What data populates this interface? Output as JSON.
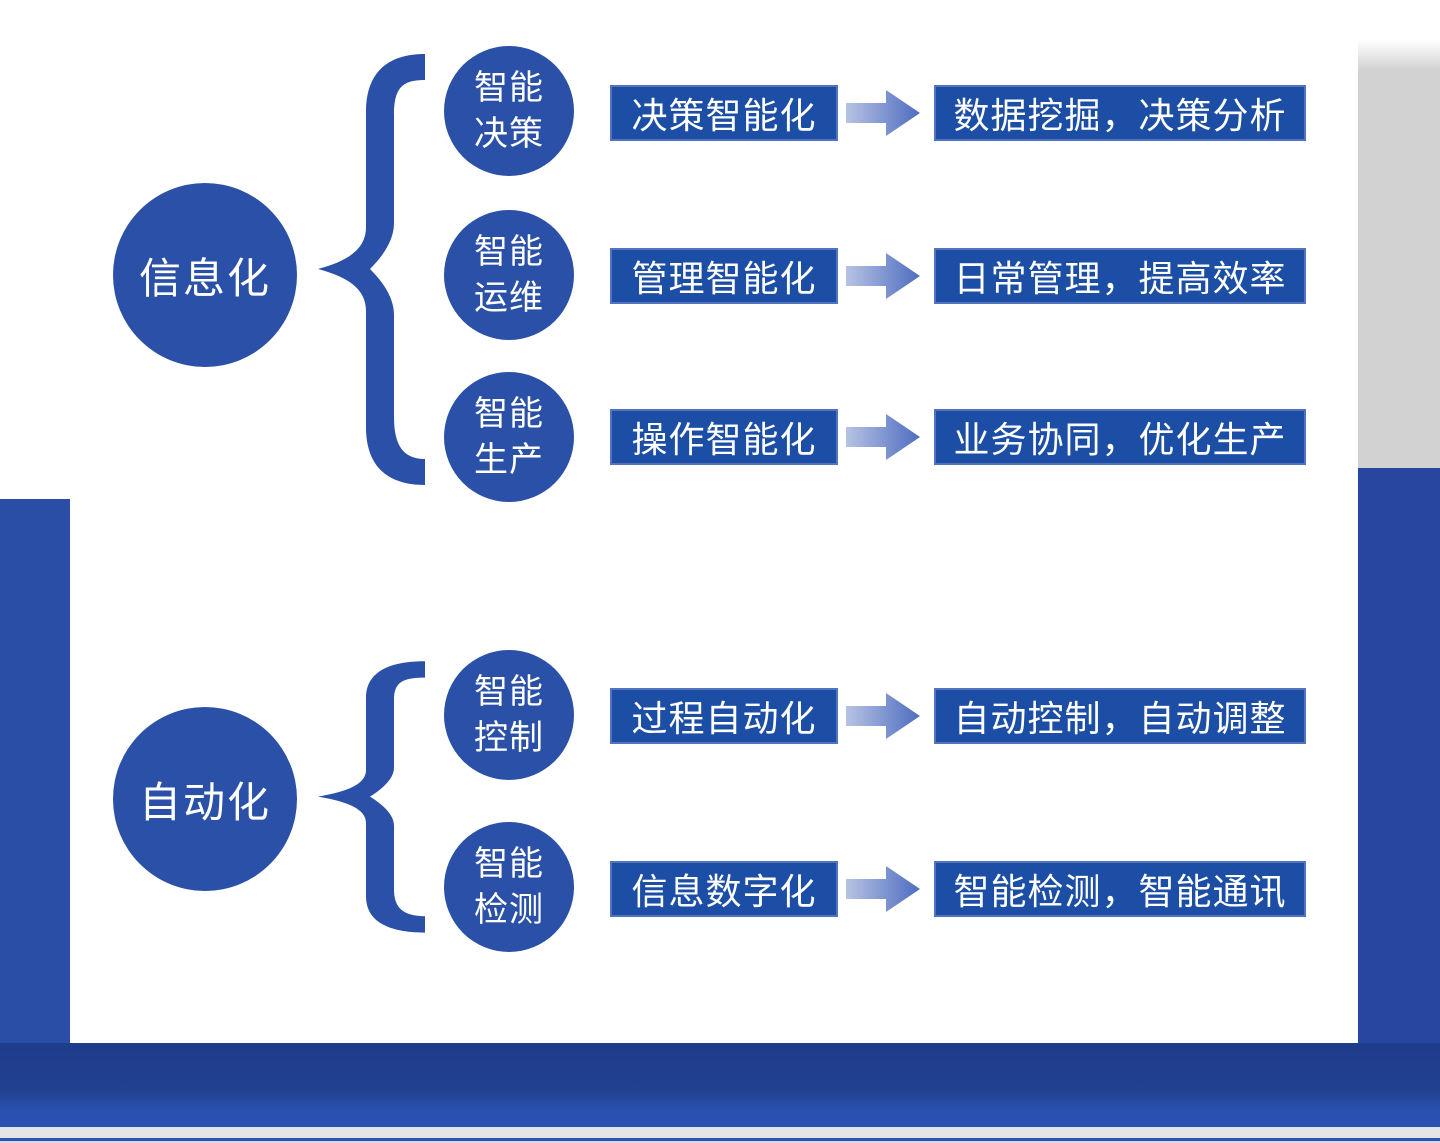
{
  "colors": {
    "primary_blue": "#2A50A8",
    "box_fill": "#1D4EA6",
    "box_border": "#5273BD",
    "arrow_gradient_start": "#B7C3E3",
    "arrow_gradient_end": "#4E6CC0",
    "side_gray": "#D2D2D2",
    "band_dark": "#1F3C8C",
    "band_light": "#2A52B4",
    "footer_gray": "#E4E5E7"
  },
  "sections": [
    {
      "root_label": "信息化",
      "items": [
        {
          "node_line1": "智能",
          "node_line2": "决策",
          "label": "决策智能化",
          "result": "数据挖掘，决策分析"
        },
        {
          "node_line1": "智能",
          "node_line2": "运维",
          "label": "管理智能化",
          "result": "日常管理，提高效率"
        },
        {
          "node_line1": "智能",
          "node_line2": "生产",
          "label": "操作智能化",
          "result": "业务协同，优化生产"
        }
      ]
    },
    {
      "root_label": "自动化",
      "items": [
        {
          "node_line1": "智能",
          "node_line2": "控制",
          "label": "过程自动化",
          "result": "自动控制，自动调整"
        },
        {
          "node_line1": "智能",
          "node_line2": "检测",
          "label": "信息数字化",
          "result": "智能检测，智能通讯"
        }
      ]
    }
  ]
}
